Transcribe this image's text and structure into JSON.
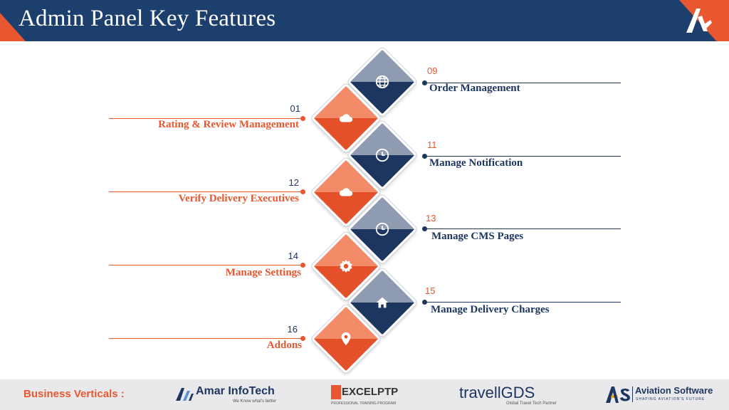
{
  "header": {
    "title": "Admin Panel Key Features"
  },
  "features_right": [
    {
      "number": "09",
      "label": "Order Management",
      "icon": "globe-icon"
    },
    {
      "number": "11",
      "label": "Manage Notification",
      "icon": "clock-icon"
    },
    {
      "number": "13",
      "label": "Manage CMS Pages",
      "icon": "clock-icon"
    },
    {
      "number": "15",
      "label": "Manage Delivery Charges",
      "icon": "home-icon"
    }
  ],
  "features_left": [
    {
      "number": "01",
      "label": "Rating & Review Management",
      "icon": "cloud-icon"
    },
    {
      "number": "12",
      "label": "Verify Delivery Executives",
      "icon": "cloud-icon"
    },
    {
      "number": "14",
      "label": "Manage Settings",
      "icon": "gear-icon"
    },
    {
      "number": "16",
      "label": "Addons",
      "icon": "map-pin-icon"
    }
  ],
  "footer": {
    "title": "Business Verticals :",
    "logos": [
      {
        "name": "Amar InfoTech",
        "tagline": "We Know what's better"
      },
      {
        "name": "EXCELPTP",
        "tagline": "PROFESSIONAL TRAINING PROGRAM"
      },
      {
        "name": "travellGDS",
        "tagline": "Global Travel Tech Partner"
      },
      {
        "name": "Aviation Software",
        "tagline": "SHAPING AVIATION'S FUTURE"
      }
    ]
  },
  "colors": {
    "navy": "#1d3660",
    "orange": "#e8572f",
    "header_bg": "#1d3f6e"
  }
}
